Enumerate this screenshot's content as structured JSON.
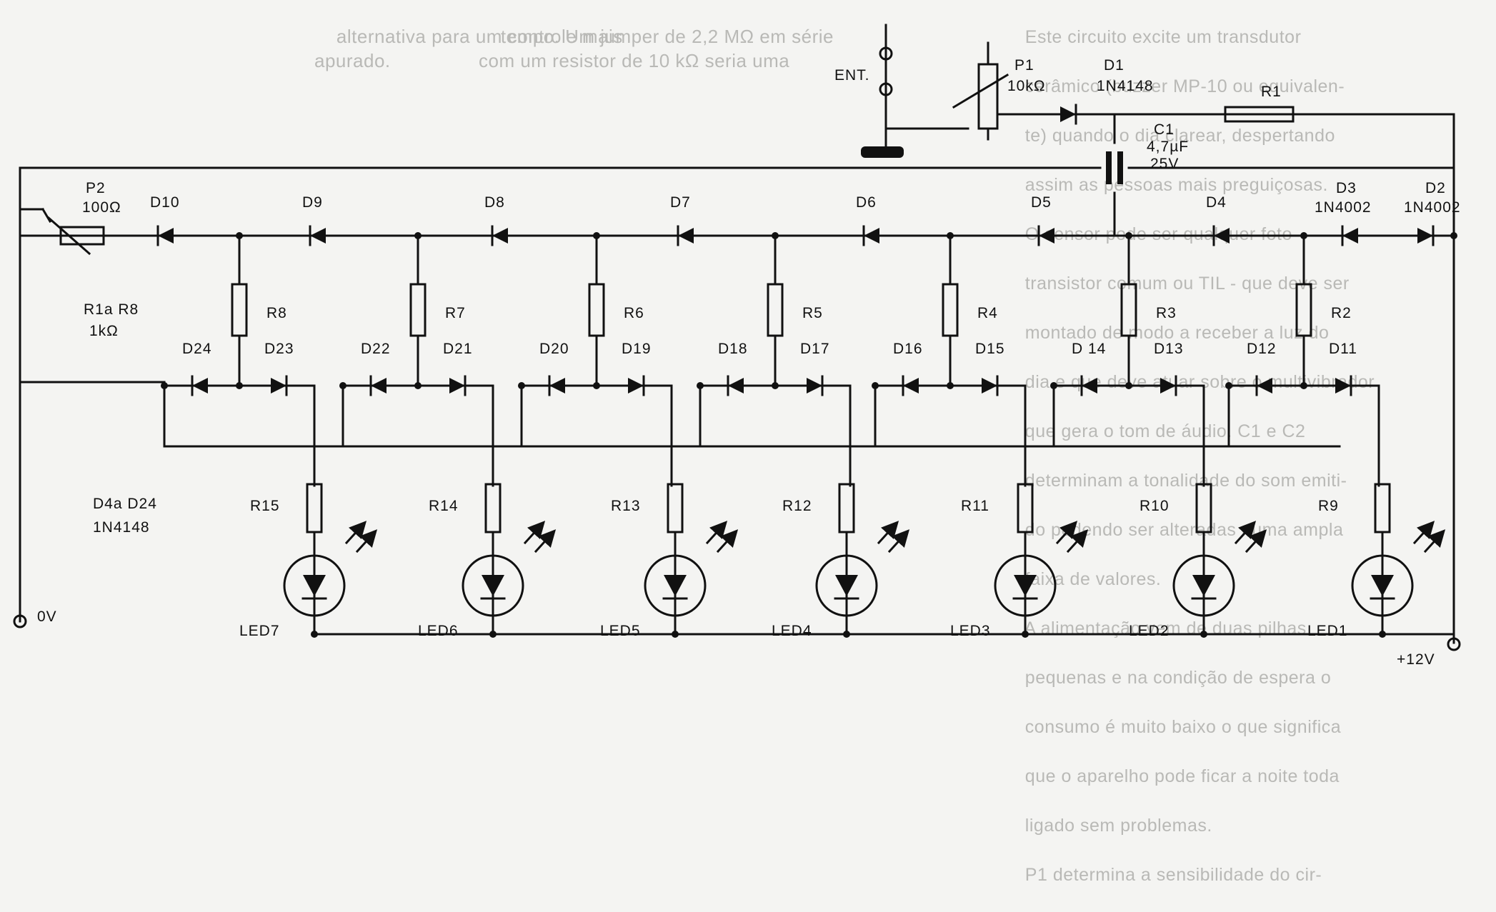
{
  "bleed": {
    "left": [
      "alternativa para um controle mais",
      "apurado."
    ],
    "middle": [
      "tempo. Um jumper de 2,2 MΩ em série",
      "com um resistor de 10 kΩ seria uma"
    ],
    "right": [
      "Este circuito excite um transdutor",
      "cerâmico (buzzer MP-10 ou equivalen-",
      "te) quando o dia clarear, despertando",
      "assim as pessoas mais preguiçosas.",
      "O sensor pode ser qualquer foto-",
      "transistor comum ou TIL - que deve ser",
      "montado de modo a receber a luz do",
      "dia e que deve atuar sobre o multivibrador",
      "que gera o tom de áudio. C1 e C2",
      "determinam a tonalidade do som emiti-",
      "do podendo ser alteradas numa ampla",
      "faixa de valores.",
      "A alimentação vem de duas pilhas",
      "pequenas e na condição de espera o",
      "consumo é muito baixo o que significa",
      "que o aparelho pode ficar a noite toda",
      "ligado sem problemas.",
      "P1 determina a sensibilidade do cir-"
    ]
  },
  "labels": {
    "ent": "ENT.",
    "p1": "P1",
    "p1_value": "10kΩ",
    "d1": "D1",
    "d1_part": "1N4148",
    "r1": "R1",
    "c1": "C1",
    "c1_value": "4,7µF",
    "c1_voltage": "25V",
    "d3": "D3",
    "d3_part": "1N4002",
    "d2": "D2",
    "d2_part": "1N4002",
    "p2": "P2",
    "p2_value": "100Ω",
    "r1_r8": "R1a R8",
    "r1_r8_value": "1kΩ",
    "d4_d24": "D4a D24",
    "d4_d24_part": "1N4148",
    "zero_v": "0V",
    "plus_12v": "+12V"
  },
  "chain_diodes": [
    "D10",
    "D9",
    "D8",
    "D7",
    "D6",
    "D5",
    "D4"
  ],
  "stages": [
    {
      "resistor": "R8",
      "diode_left": "D24",
      "diode_right": "D23",
      "led_resistor": "R15",
      "led": "LED7"
    },
    {
      "resistor": "R7",
      "diode_left": "D22",
      "diode_right": "D21",
      "led_resistor": "R14",
      "led": "LED6"
    },
    {
      "resistor": "R6",
      "diode_left": "D20",
      "diode_right": "D19",
      "led_resistor": "R13",
      "led": "LED5"
    },
    {
      "resistor": "R5",
      "diode_left": "D18",
      "diode_right": "D17",
      "led_resistor": "R12",
      "led": "LED4"
    },
    {
      "resistor": "R4",
      "diode_left": "D16",
      "diode_right": "D15",
      "led_resistor": "R11",
      "led": "LED3"
    },
    {
      "resistor": "R3",
      "diode_left": "D 14",
      "diode_right": "D13",
      "led_resistor": "R10",
      "led": "LED2"
    },
    {
      "resistor": "R2",
      "diode_left": "D12",
      "diode_right": "D11",
      "led_resistor": "R9",
      "led": "LED1"
    }
  ]
}
